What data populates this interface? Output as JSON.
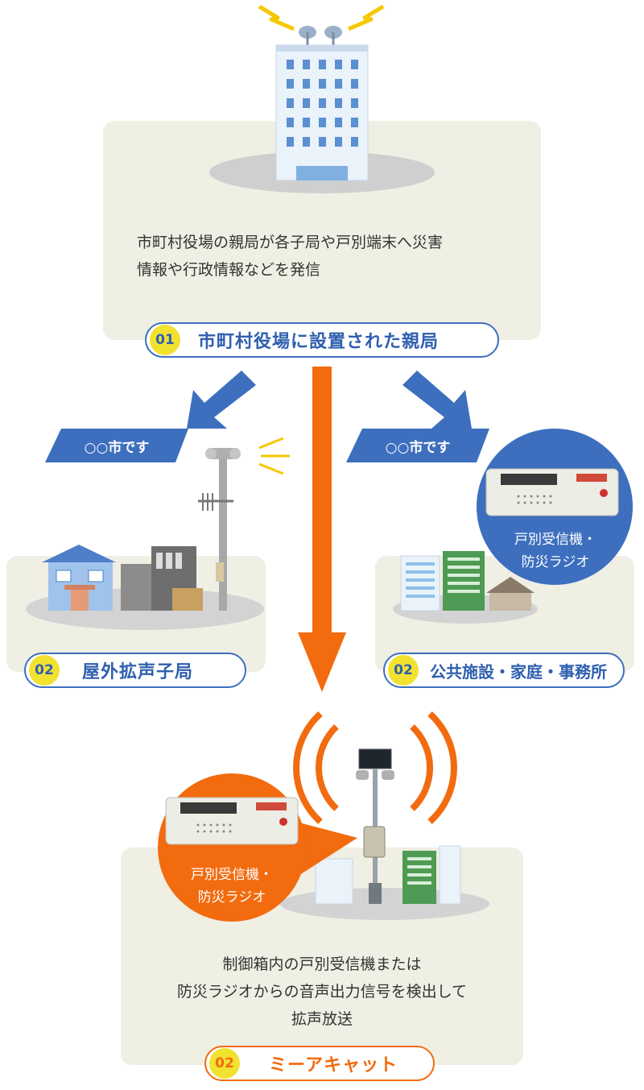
{
  "nodes": {
    "parent_station": {
      "number": "01",
      "label": "市町村役場に設置された親局",
      "description": "市町村役場の親局が各子局や戸別端末へ災害\n情報や行政情報などを発信"
    },
    "outdoor_speaker": {
      "number": "02",
      "label": "屋外拡声子局",
      "announcement": "○○市です"
    },
    "public_facility": {
      "number": "02",
      "label": "公共施設・家庭・事務所",
      "announcement": "○○市です",
      "device_caption": "戸別受信機・\n防災ラジオ"
    },
    "miacat": {
      "number": "02",
      "label": "ミーアキャット",
      "device_caption": "戸別受信機・\n防災ラジオ",
      "description": "制御箱内の戸別受信機または\n防災ラジオからの音声出力信号を検出して\n拡声放送"
    }
  },
  "colors": {
    "blue": "#3d6fbe",
    "orange": "#f26b0f",
    "yellow": "#f2e230",
    "panel": "#efefe4"
  },
  "icons": [
    "city-hall-building-icon",
    "loudspeaker-pole-icon",
    "house-icon",
    "radio-receiver-icon",
    "office-buildings-icon",
    "miacat-pole-icon",
    "signal-wave-icon"
  ]
}
